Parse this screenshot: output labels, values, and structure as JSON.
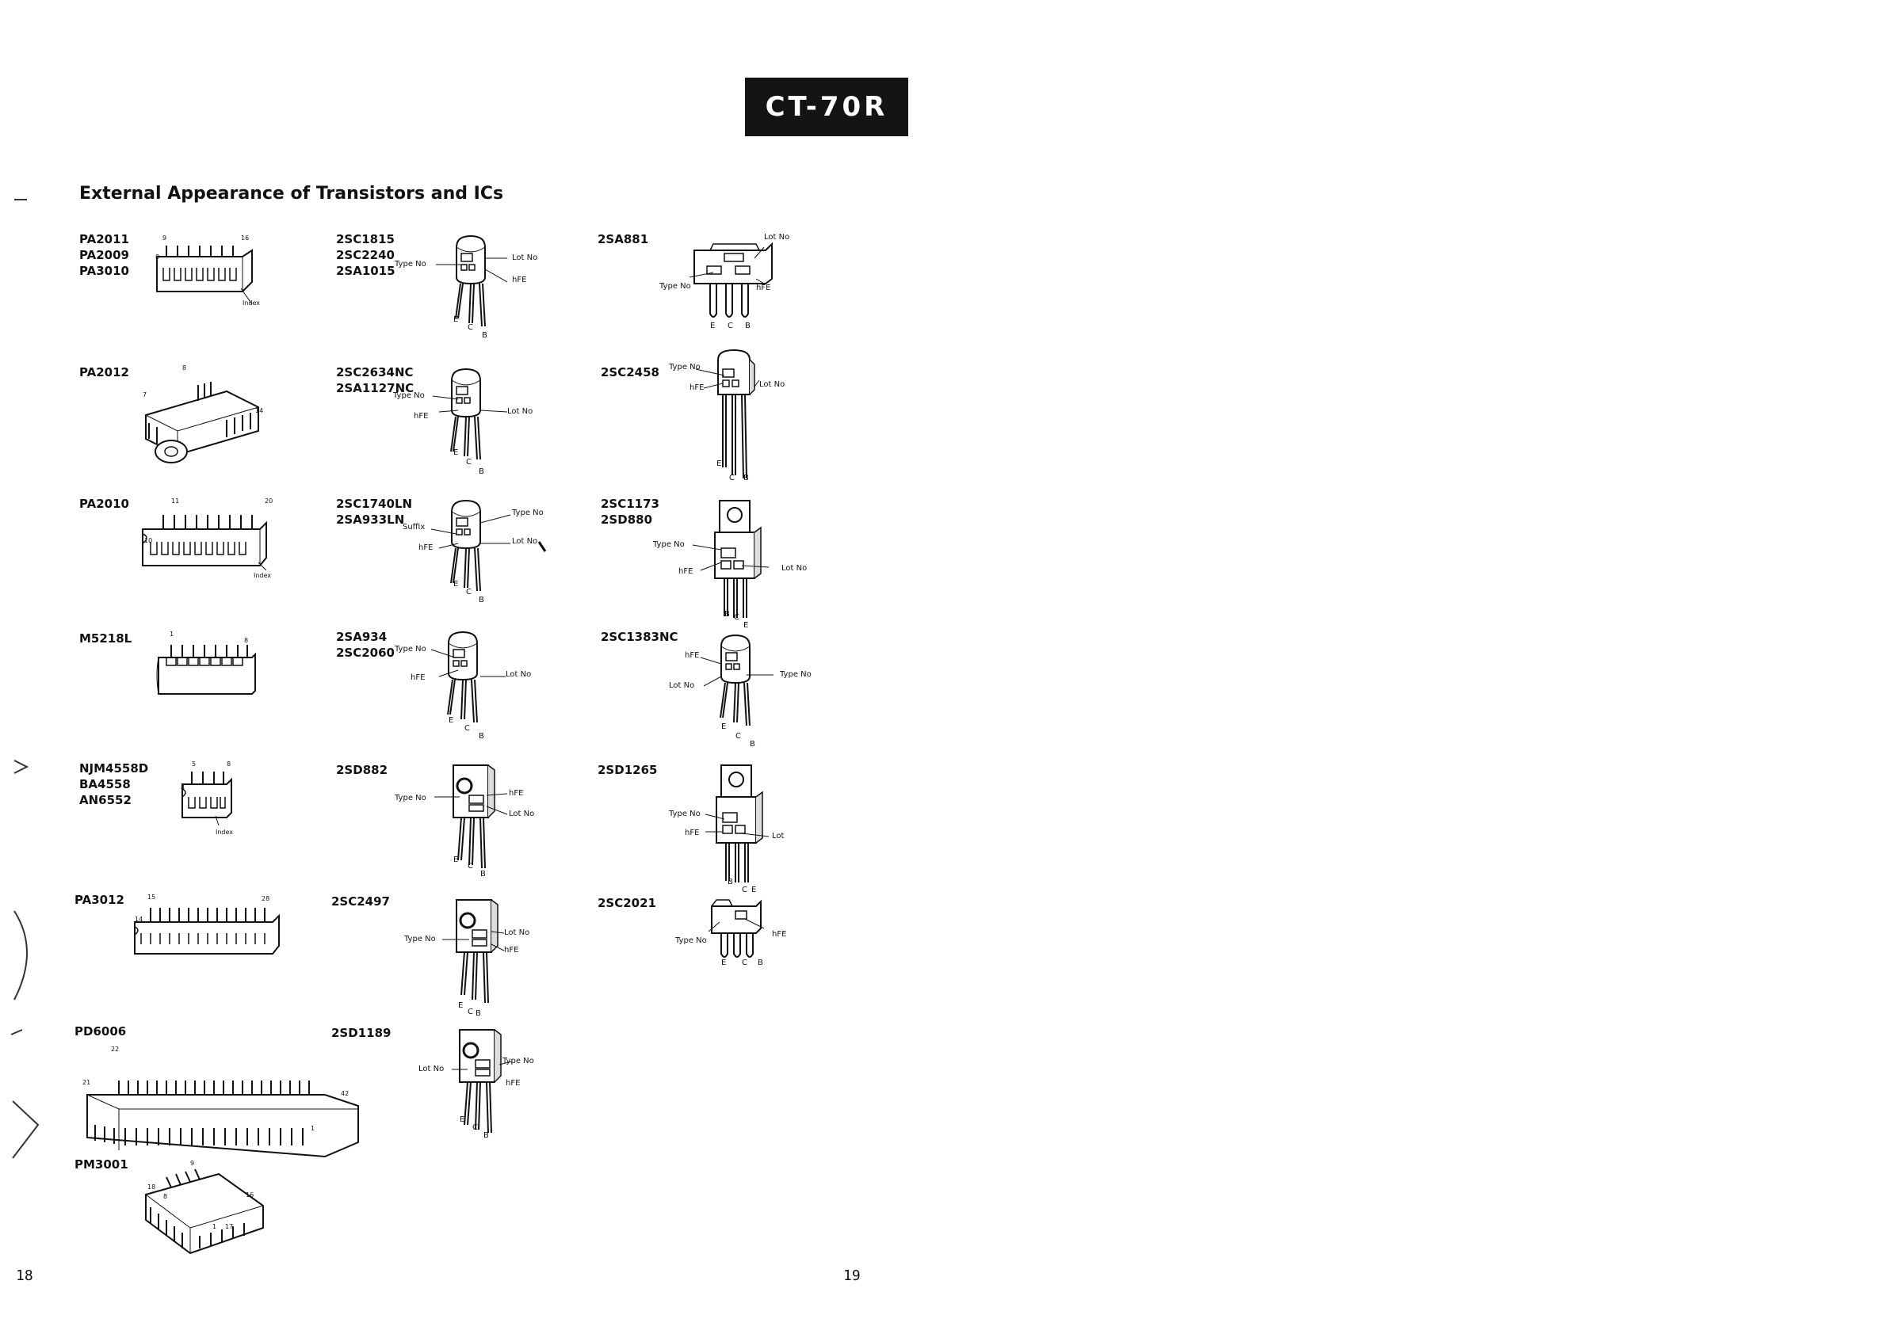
{
  "header": {
    "model_badge": "CT-70R"
  },
  "title": "External Appearance of Transistors and ICs",
  "left_column": [
    {
      "names": [
        "PA2011",
        "PA2009",
        "PA3010"
      ],
      "pins": [
        "9",
        "16",
        "8"
      ],
      "index": "Index"
    },
    {
      "names": [
        "PA2012"
      ],
      "pins": [
        "8",
        "7",
        "14"
      ]
    },
    {
      "names": [
        "PA2010"
      ],
      "pins": [
        "11",
        "20",
        "10"
      ],
      "index": "Index"
    },
    {
      "names": [
        "M5218L"
      ],
      "pins": [
        "1",
        "8"
      ]
    },
    {
      "names": [
        "NJM4558D",
        "BA4558",
        "AN6552"
      ],
      "pins": [
        "5",
        "8",
        "4"
      ],
      "index": "Index"
    },
    {
      "names": [
        "PA3012"
      ],
      "pins": [
        "15",
        "28",
        "14"
      ]
    },
    {
      "names": [
        "PD6006"
      ],
      "pins": [
        "22",
        "21",
        "42",
        "1"
      ]
    },
    {
      "names": [
        "PM3001"
      ],
      "pins": [
        "9",
        "18",
        "8",
        "16",
        "1",
        "17"
      ]
    }
  ],
  "middle_column": [
    {
      "names": [
        "2SC1815",
        "2SC2240",
        "2SA1015"
      ],
      "type_no": "Type No",
      "lot_no": "Lot No",
      "hfe": "hFE",
      "leads": [
        "E",
        "C",
        "B"
      ]
    },
    {
      "names": [
        "2SC2634NC",
        "2SA1127NC"
      ],
      "type_no": "Type No",
      "hfe": "hFE",
      "lot_no": "Lot No",
      "leads": [
        "E",
        "C",
        "B"
      ]
    },
    {
      "names": [
        "2SC1740LN",
        "2SA933LN"
      ],
      "suffix": "Suffix",
      "hfe": "hFE",
      "type_no": "Type No",
      "lot_no": "Lot No",
      "leads": [
        "E",
        "C",
        "B"
      ]
    },
    {
      "names": [
        "2SA934",
        "2SC2060"
      ],
      "type_no": "Type No",
      "hfe": "hFE",
      "lot_no": "Lot No",
      "leads": [
        "E",
        "C",
        "B"
      ]
    },
    {
      "names": [
        "2SD882"
      ],
      "type_no": "Type No",
      "hfe": "hFE",
      "lot_no": "Lot No",
      "leads": [
        "E",
        "C",
        "B"
      ]
    },
    {
      "names": [
        "2SC2497"
      ],
      "type_no": "Type No",
      "lot_no": "Lot No",
      "hfe": "hFE",
      "leads": [
        "E",
        "C",
        "B"
      ]
    },
    {
      "names": [
        "2SD1189"
      ],
      "lot_no": "Lot No",
      "type_no": "Type No",
      "hfe": "hFE",
      "leads": [
        "E",
        "C",
        "B"
      ]
    }
  ],
  "right_column": [
    {
      "names": [
        "2SA881"
      ],
      "lot_no": "Lot No",
      "type_no": "Type No",
      "hfe": "hFE",
      "leads": [
        "E",
        "C",
        "B"
      ]
    },
    {
      "names": [
        "2SC2458"
      ],
      "type_no": "Type No",
      "hfe": "hFE",
      "lot_no": "Lot No",
      "leads": [
        "E",
        "C",
        "B"
      ]
    },
    {
      "names": [
        "2SC1173",
        "2SD880"
      ],
      "type_no": "Type No",
      "hfe": "hFE",
      "lot_no": "Lot No",
      "leads": [
        "B",
        "C",
        "E"
      ]
    },
    {
      "names": [
        "2SC1383NC"
      ],
      "hfe": "hFE",
      "lot_no": "Lot No",
      "type_no": "Type No",
      "leads": [
        "E",
        "C",
        "B"
      ]
    },
    {
      "names": [
        "2SD1265"
      ],
      "type_no": "Type No",
      "hfe": "hFE",
      "lot_no": "Lot",
      "leads": [
        "B",
        "C",
        "E"
      ]
    },
    {
      "names": [
        "2SC2021"
      ],
      "type_no": "Type No",
      "hfe": "hFE",
      "leads": [
        "E",
        "C",
        "B"
      ]
    }
  ],
  "page_numbers": {
    "left": "18",
    "right": "19"
  }
}
